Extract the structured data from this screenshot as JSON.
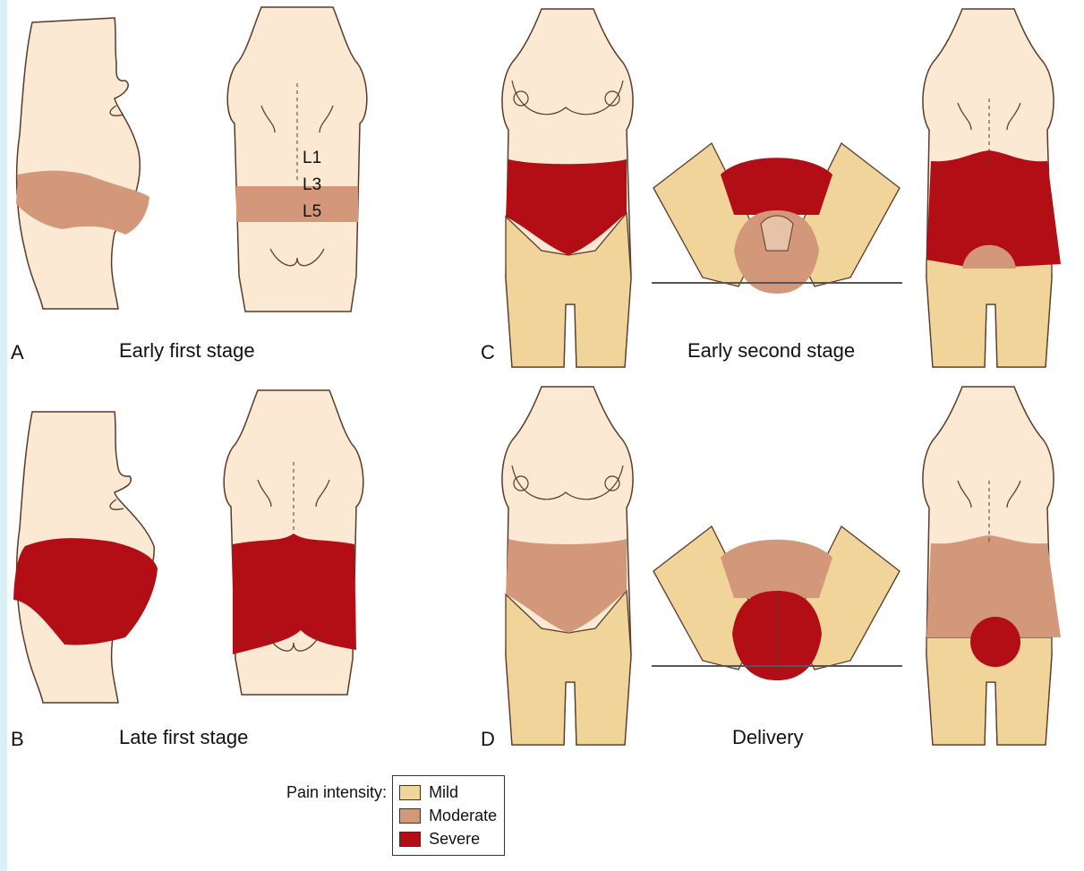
{
  "panels": [
    {
      "letter": "A",
      "caption": "Early first stage"
    },
    {
      "letter": "B",
      "caption": "Late first stage"
    },
    {
      "letter": "C",
      "caption": "Early second stage"
    },
    {
      "letter": "D",
      "caption": "Delivery"
    }
  ],
  "vertebrae": [
    "L1",
    "L3",
    "L5"
  ],
  "legend": {
    "title": "Pain intensity:",
    "items": [
      {
        "label": "Mild",
        "color": "#f0d49a"
      },
      {
        "label": "Moderate",
        "color": "#d3987a"
      },
      {
        "label": "Severe",
        "color": "#b30d16"
      }
    ]
  },
  "colors": {
    "skin": "#fbe9d3",
    "mild": "#f0d49a",
    "moderate": "#d3987a",
    "severe": "#b30d16",
    "outline": "#5a3a2a",
    "frame": "#daf0f7"
  }
}
